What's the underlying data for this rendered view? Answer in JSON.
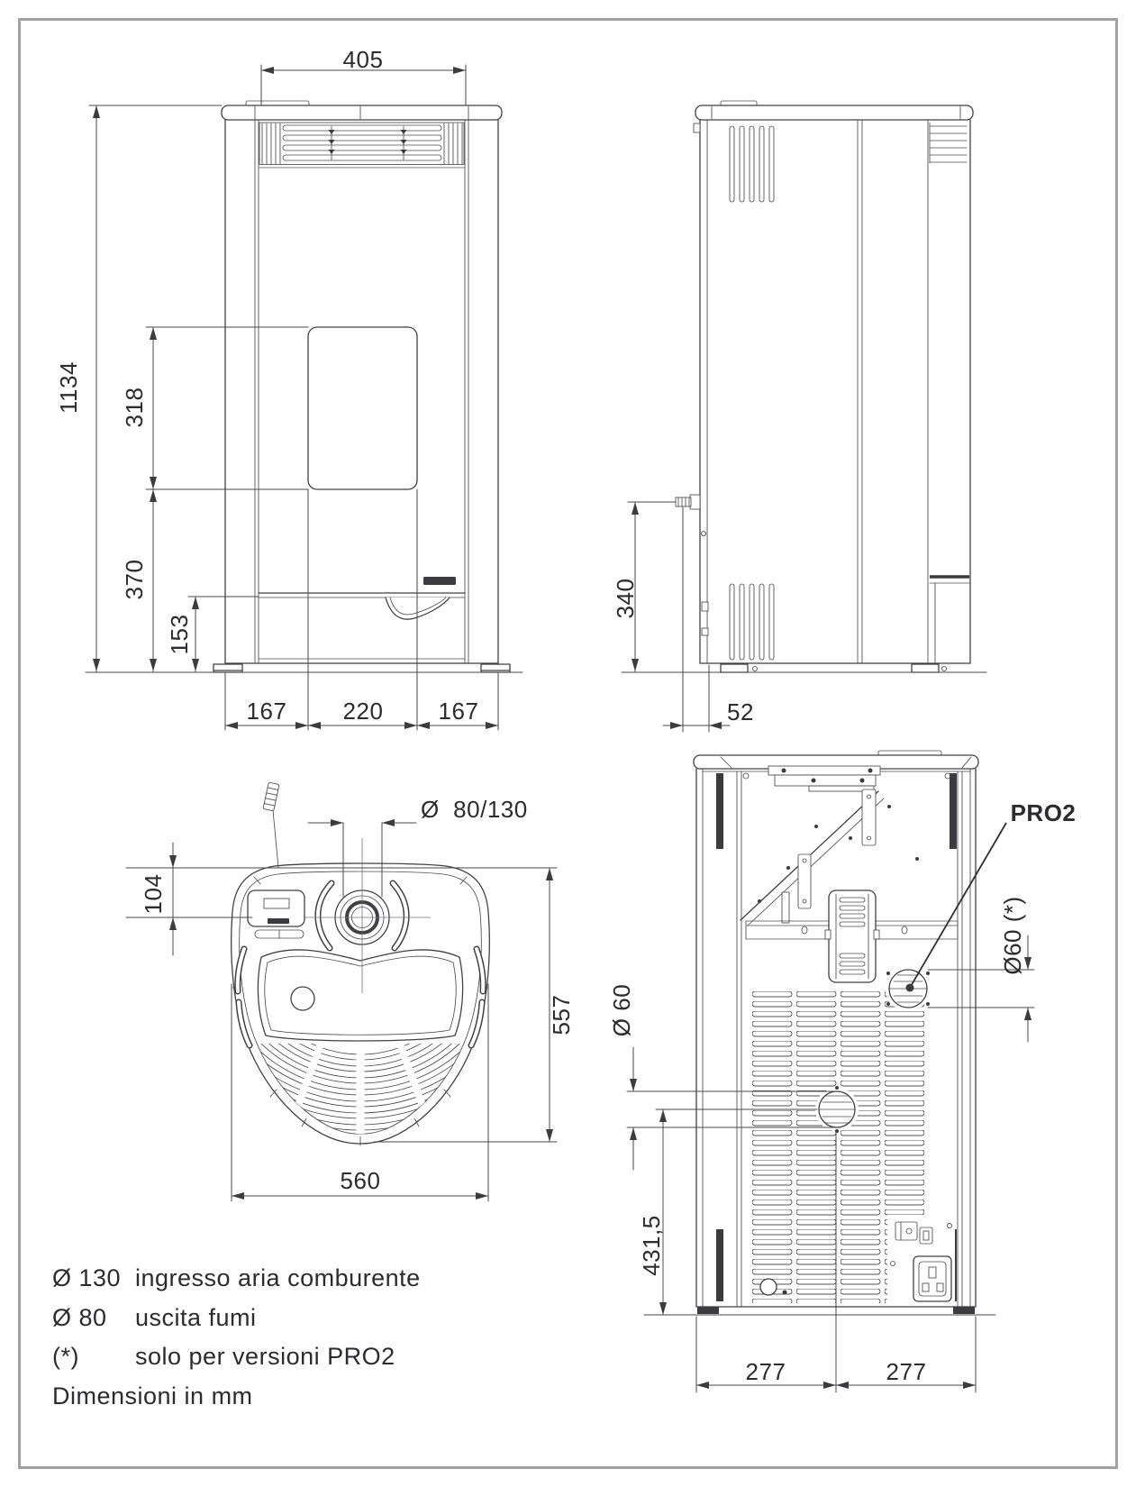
{
  "colors": {
    "line": "#414145",
    "dim": "#4a4a4e",
    "text": "#2c2c30",
    "frame": "#a2a2a4"
  },
  "views": {
    "front": {
      "dims": {
        "top_width": "405",
        "total_height": "1134",
        "glass_height": "318",
        "glass_to_floor": "370",
        "base_height": "153",
        "base_left": "167",
        "base_center": "220",
        "base_right": "167"
      }
    },
    "side": {
      "dims": {
        "connector_height": "340",
        "connector_offset": "52"
      }
    },
    "top": {
      "dims": {
        "flue_diameter": "Ø  80/130",
        "probe_offset": "104",
        "depth": "557",
        "width": "560"
      }
    },
    "rear": {
      "callout": "PRO2",
      "dims": {
        "pro2_port": "Ø60 (*)",
        "air_inlet": "Ø 60",
        "inlet_height": "431,5",
        "base_left": "277",
        "base_right": "277"
      }
    }
  },
  "legend": {
    "rows": [
      {
        "symbol": "Ø 130",
        "description": "ingresso aria comburente"
      },
      {
        "symbol": "Ø 80",
        "description": "uscita fumi"
      },
      {
        "symbol": "(*)",
        "description": "solo per versioni PRO2"
      }
    ],
    "note": "Dimensioni in mm"
  }
}
